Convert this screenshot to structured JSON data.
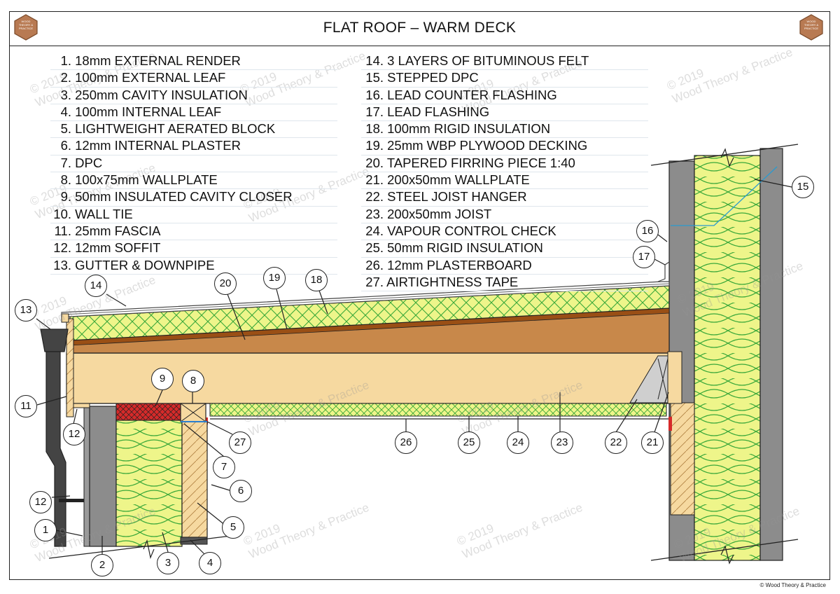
{
  "title": "FLAT ROOF – WARM DECK",
  "logo_text": "WOOD THEORY & PRACTICE",
  "copyright": "© Wood Theory & Practice",
  "watermark_year": "© 2019",
  "watermark_text": "Wood Theory & Practice",
  "legend": [
    {
      "num": "1.",
      "text": "18mm EXTERNAL RENDER"
    },
    {
      "num": "2.",
      "text": "100mm EXTERNAL LEAF"
    },
    {
      "num": "3.",
      "text": "250mm CAVITY INSULATION"
    },
    {
      "num": "4.",
      "text": "100mm INTERNAL LEAF"
    },
    {
      "num": "5.",
      "text": "LIGHTWEIGHT AERATED BLOCK"
    },
    {
      "num": "6.",
      "text": "12mm INTERNAL PLASTER"
    },
    {
      "num": "7.",
      "text": "DPC"
    },
    {
      "num": "8.",
      "text": "100x75mm WALLPLATE"
    },
    {
      "num": "9.",
      "text": "50mm INSULATED CAVITY CLOSER"
    },
    {
      "num": "10.",
      "text": "WALL TIE"
    },
    {
      "num": "11.",
      "text": "25mm FASCIA"
    },
    {
      "num": "12.",
      "text": "12mm SOFFIT"
    },
    {
      "num": "13.",
      "text": "GUTTER & DOWNPIPE"
    },
    {
      "num": "14.",
      "text": "3 LAYERS OF BITUMINOUS FELT"
    },
    {
      "num": "15.",
      "text": "STEPPED DPC"
    },
    {
      "num": "16.",
      "text": "LEAD COUNTER FLASHING"
    },
    {
      "num": "17.",
      "text": "LEAD FLASHING"
    },
    {
      "num": "18.",
      "text": "100mm RIGID INSULATION"
    },
    {
      "num": "19.",
      "text": "25mm WBP PLYWOOD DECKING"
    },
    {
      "num": "20.",
      "text": "TAPERED FIRRING PIECE 1:40"
    },
    {
      "num": "21.",
      "text": "200x50mm WALLPLATE"
    },
    {
      "num": "22.",
      "text": "STEEL JOIST HANGER"
    },
    {
      "num": "23.",
      "text": "200x50mm JOIST"
    },
    {
      "num": "24.",
      "text": " VAPOUR CONTROL CHECK"
    },
    {
      "num": "25.",
      "text": "50mm RIGID INSULATION"
    },
    {
      "num": "26.",
      "text": "12mm PLASTERBOARD"
    },
    {
      "num": "27.",
      "text": "AIRTIGHTNESS TAPE"
    }
  ],
  "callouts": [
    "1",
    "2",
    "3",
    "4",
    "5",
    "6",
    "7",
    "8",
    "9",
    "11",
    "12",
    "12",
    "13",
    "14",
    "15",
    "16",
    "17",
    "18",
    "19",
    "20",
    "21",
    "22",
    "23",
    "24",
    "25",
    "26",
    "27"
  ],
  "colors": {
    "insulation": "#eef58a",
    "insulation_line": "#3aa83a",
    "render": "#9a9a9a",
    "timber": "#f6d9a0",
    "firring": "#c8884a",
    "felt": "#666666",
    "dpc": "#2a7fd0",
    "closer": "#cc2222"
  }
}
